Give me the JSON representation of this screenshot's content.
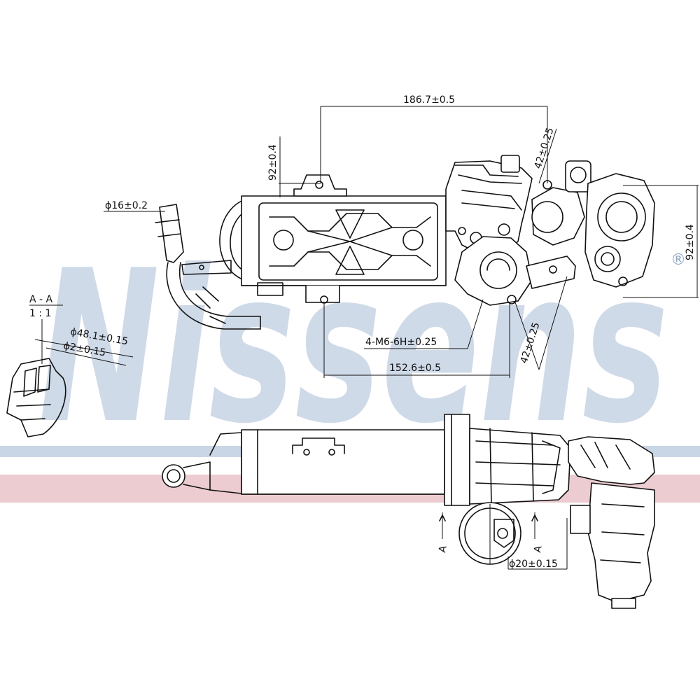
{
  "watermark": {
    "brand": "Nissens",
    "registered_mark": "®",
    "stripe_colors": [
      "#c9d6e6",
      "#e7c2c8"
    ]
  },
  "dimensions": {
    "width_top": "186.7±0.5",
    "height_left": "92±0.4",
    "height_right": "92±0.4",
    "angle_top": "42±0.25",
    "angle_bottom": "42±0.25",
    "thread": "4-M6-6H±0.25",
    "width_bottom": "152.6±0.5",
    "pipe_diameter": "ϕ16±0.2",
    "section_label": "A - A",
    "section_scale": "1 : 1",
    "section_outer_diameter": "ϕ48.1±0.15",
    "section_inner_diameter": "ϕ2±0.15",
    "sensor_diameter": "ϕ20±0.15",
    "section_marker_left": "A",
    "section_marker_right": "A"
  }
}
